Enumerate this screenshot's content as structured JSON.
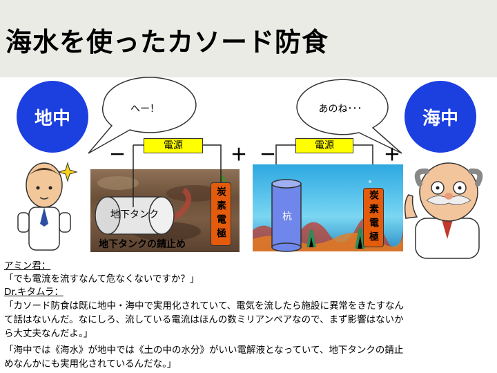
{
  "title": "海水を使ったカソード防食",
  "left": {
    "circle_label": "地中",
    "speech": "へー！",
    "power_label": "電源",
    "minus": "－",
    "plus": "＋",
    "electrode": "炭素電極",
    "tank_label": "地下タンク",
    "caption": "地下タンクの錆止め"
  },
  "right": {
    "circle_label": "海中",
    "speech": "あのね･･･",
    "power_label": "電源",
    "minus": "－",
    "plus": "＋",
    "pile_label": "杭",
    "electrode": "炭素電極"
  },
  "dialogue": {
    "speaker1": "アミン君：",
    "line1": "「でも電流を流すなんて危なくないですか？」",
    "speaker2": "Dr.キタムラ：",
    "line2a": "「カソード防食は既に地中・海中で実用化されていて、電気を流したら施設に異常をきたすなん",
    "line2b": "て話はないんだ。なにしろ、流している電流はほんの数ミリアンペアなので、まず影響はないか",
    "line2c": "ら大丈夫なんだよ。」",
    "line3a": "「海中では《海水》が地中では《土の中の水分》がいい電解液となっていて、地下タンクの錆止",
    "line3b": "めなんかにも実用化されているんだな。」"
  }
}
